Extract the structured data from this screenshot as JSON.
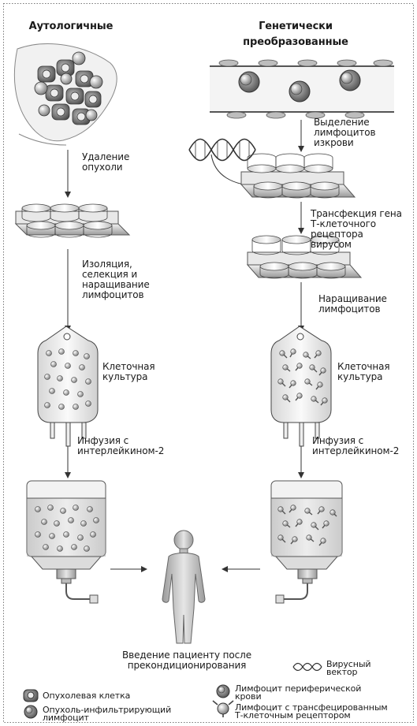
{
  "headers": {
    "left": "Аутологичные",
    "right": "Генетически\nпреобразованные"
  },
  "left_steps": {
    "tumor_removal": "Удаление\nопухоли",
    "isolation": "Изоляция,\nселекция и\nнаращивание\nлимфоцитов",
    "culture": "Клеточная\nкультура",
    "infusion": "Инфузия с\nинтерлейкином-2"
  },
  "right_steps": {
    "blood_isolation": "Выделение\nлимфоцитов\nизкрови",
    "transfection": "Трансфекция гена\nТ-клеточного\nрецептора\nвирусом",
    "expansion": "Наращивание\nлимфоцитов",
    "culture": "Клеточная\nкультура",
    "infusion": "Инфузия с\nинтерлейкином-2"
  },
  "patient": "Введение пациенту после\nпрекондиционирования",
  "legend": {
    "viral_vector": "Вирусный\nвектор",
    "tumor_cell": "Опухолевая клетка",
    "til": "Опухоль-инфильтрирующий\nлимфоцит",
    "pbl": "Лимфоцит периферической\nкрови",
    "tcr_lymphocyte": "Лимфоцит с трансфецированным\nТ-клеточным рецептором"
  }
}
